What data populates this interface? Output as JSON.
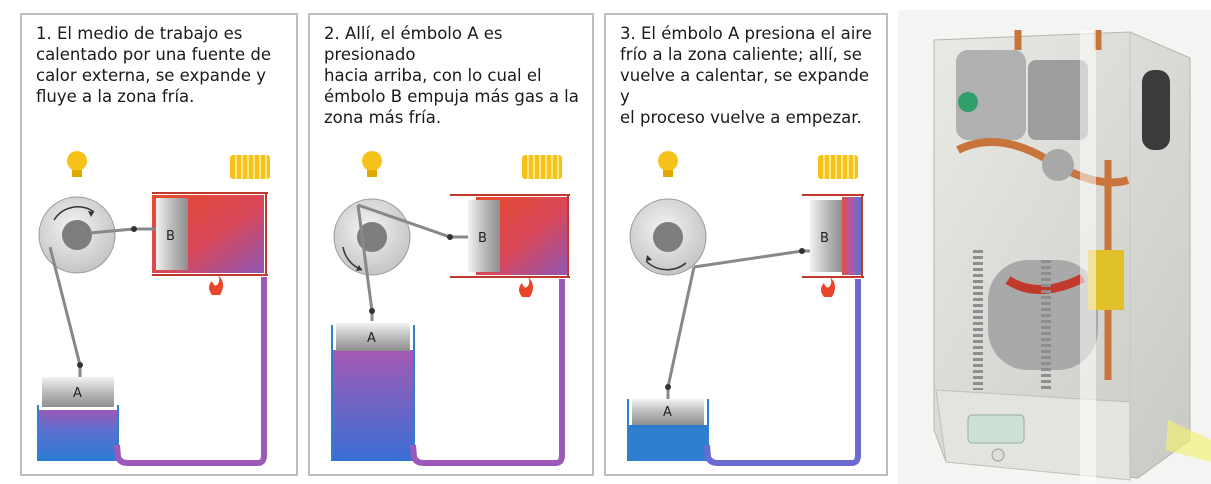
{
  "panels": [
    {
      "caption": "1. El medio de trabajo es\ncalentado por una fuente de\ncalor externa, se expande y\nfluye a la zona fría."
    },
    {
      "caption": "2. Allí, el émbolo A es presionado\nhacia arriba, con lo cual el\némbolo B empuja más gas a la\nzona más fría."
    },
    {
      "caption": "3. El émbolo A presiona el aire\nfrío a la zona caliente; allí, se\nvuelve a calentar, se expande y\nel proceso vuelve a empezar."
    }
  ],
  "labels": {
    "piston_a": "A",
    "piston_b": "B"
  },
  "colors": {
    "hot": "#e8452a",
    "cold": "#2f7fd0",
    "mix": "#9b5ab8",
    "bulb": "#f6c21a",
    "panel_border": "#bdbdbd"
  }
}
